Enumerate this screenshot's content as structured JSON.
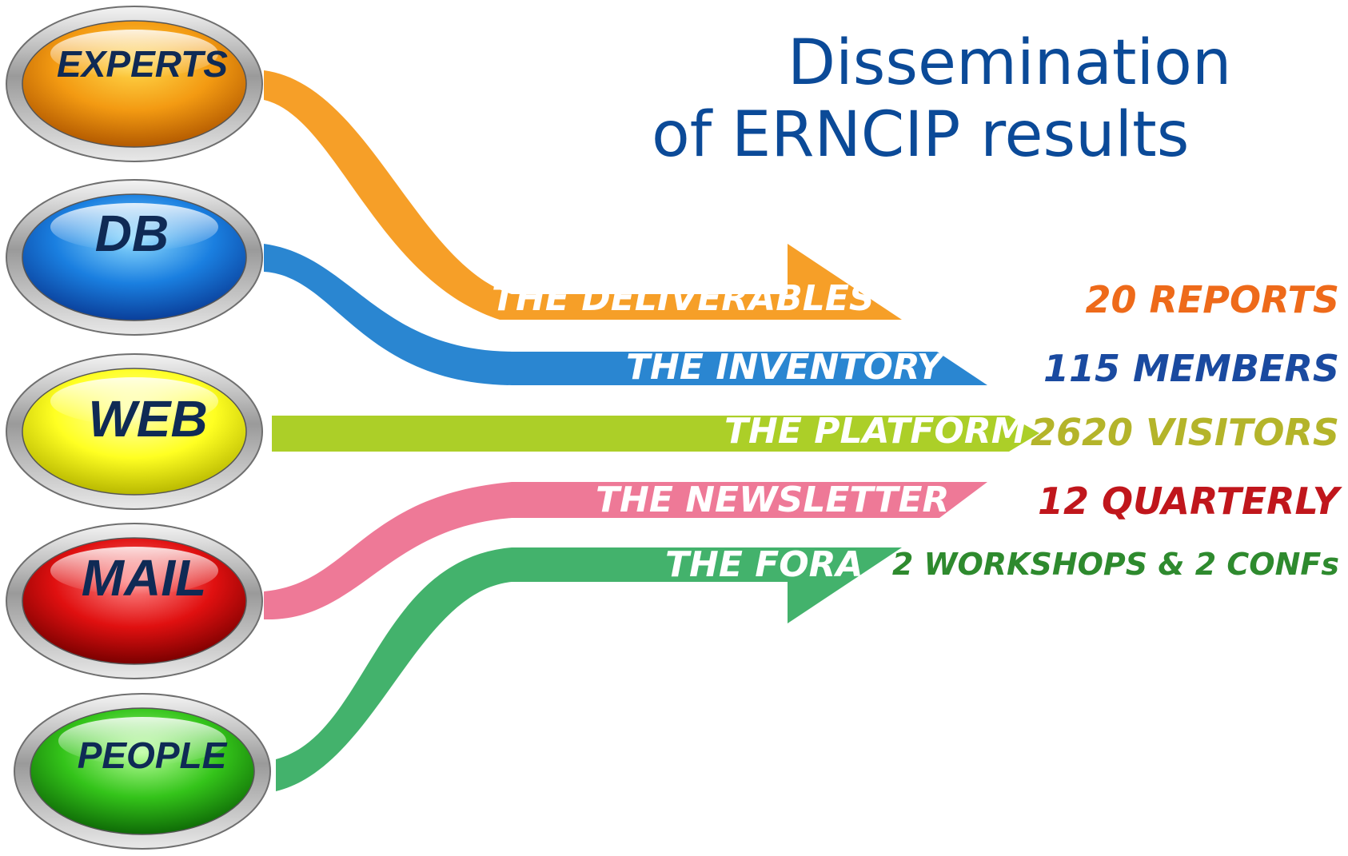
{
  "title": {
    "line1": "Dissemination",
    "line2": "of ERNCIP results"
  },
  "colors": {
    "title": "#0b4a98",
    "deliverables": "#f59a1c",
    "inventory": "#1f7fcf",
    "platform": "#a8cc1c",
    "newsletter": "#ec6a8c",
    "fora": "#2faa5c"
  },
  "channels": [
    {
      "button": "EXPERTS",
      "button_color": "orange",
      "arrow": "THE DELIVERABLES",
      "result": "20 REPORTS",
      "result_color": "#ee6a1a"
    },
    {
      "button": "DB",
      "button_color": "blue",
      "arrow": "THE INVENTORY",
      "result": "115 MEMBERS",
      "result_color": "#1a4aa0"
    },
    {
      "button": "WEB",
      "button_color": "yellow",
      "arrow": "THE PLATFORM",
      "result": "2620 VISITORS",
      "result_color": "#b4b42a"
    },
    {
      "button": "MAIL",
      "button_color": "red",
      "arrow": "THE NEWSLETTER",
      "result": "12 QUARTERLY",
      "result_color": "#c0161c"
    },
    {
      "button": "PEOPLE",
      "button_color": "green",
      "arrow": "THE FORA",
      "result": "2 WORKSHOPS & 2 CONFs",
      "result_color": "#2e8a2e"
    }
  ]
}
